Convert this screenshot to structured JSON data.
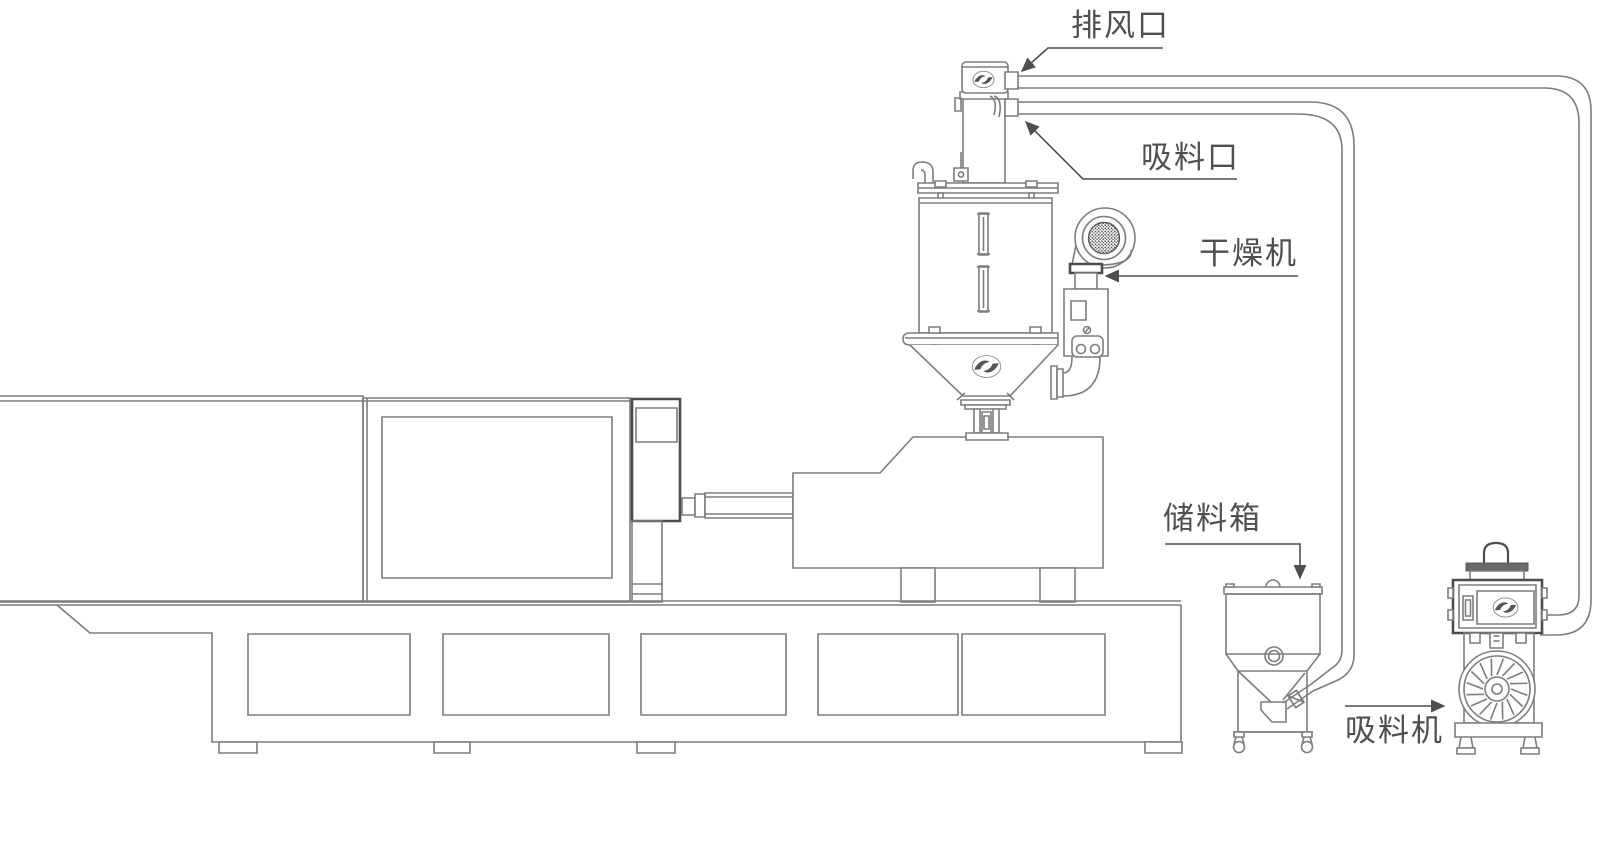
{
  "diagram": {
    "background": "#ffffff",
    "line_color": "#7d7d7d",
    "dark_line_color": "#4c4c4c",
    "text_color": "#4f4f4f",
    "labels": {
      "exhaust_port": {
        "text": "排风口"
      },
      "suction_port": {
        "text": "吸料口"
      },
      "dryer": {
        "text": "干燥机"
      },
      "storage_box": {
        "text": "储料箱"
      },
      "suction_machine": {
        "text": "吸料机"
      }
    },
    "components": [
      "injection-molding-machine",
      "hopper-dryer",
      "hopper-loader-receiver",
      "storage-box",
      "vacuum-suction-machine",
      "exhaust-pipe",
      "suction-pipe"
    ],
    "icons": {
      "brand_logo": "s-swirl-logo"
    }
  }
}
